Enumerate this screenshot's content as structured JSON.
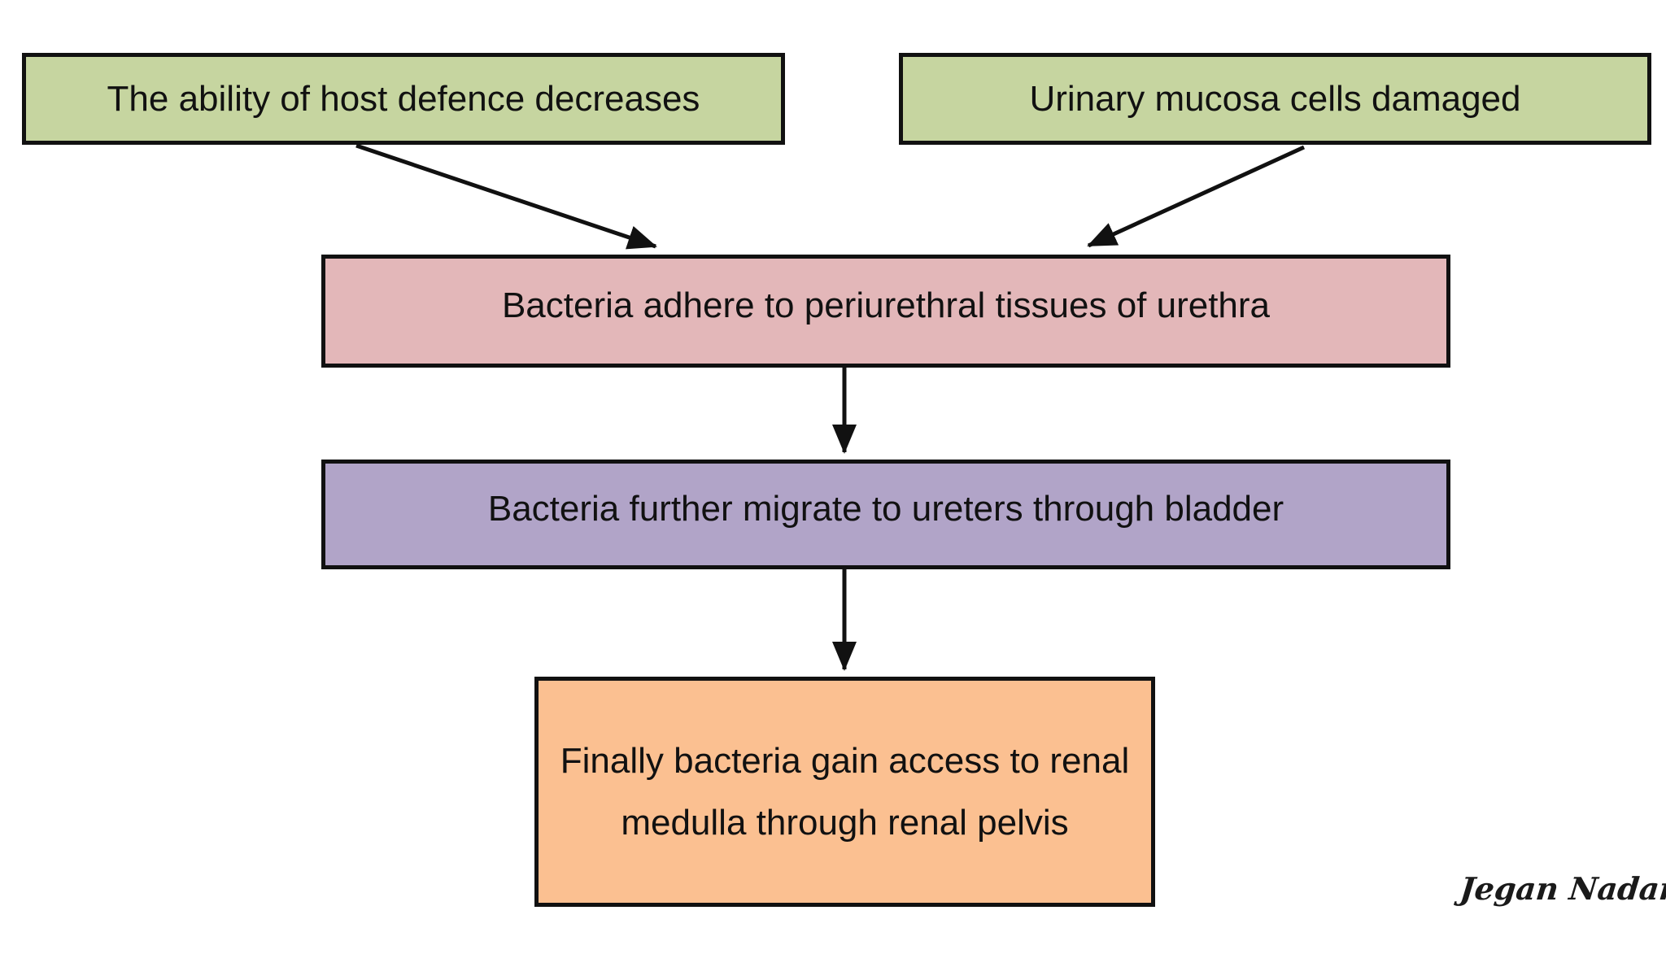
{
  "diagram": {
    "background_color": "#ffffff",
    "border_color": "#111111",
    "arrow_color": "#111111",
    "text_color": "#111111",
    "boxes": {
      "host_defence": {
        "label": "The ability of host defence decreases",
        "fill": "#c6d5a0"
      },
      "mucosa_damaged": {
        "label": "Urinary mucosa cells damaged",
        "fill": "#c6d5a0"
      },
      "adhere": {
        "label": "Bacteria adhere to periurethral tissues of urethra",
        "fill": "#e3b7b9"
      },
      "migrate": {
        "label": "Bacteria further migrate to ureters through bladder",
        "fill": "#b1a4c8"
      },
      "renal": {
        "label": "Finally bacteria gain access to renal medulla through renal pelvis",
        "fill": "#fbc091"
      }
    },
    "flow": [
      "host_defence -> adhere",
      "mucosa_damaged -> adhere",
      "adhere -> migrate",
      "migrate -> renal"
    ],
    "signature": "Jegan Nadar"
  }
}
